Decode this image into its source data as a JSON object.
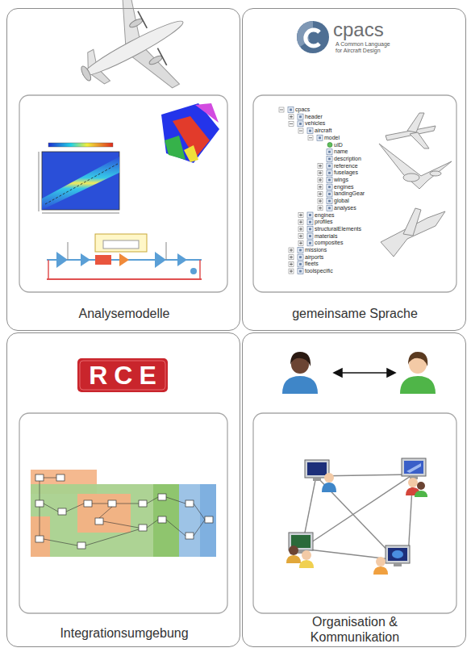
{
  "diagram": {
    "nodes": [
      {
        "text": [
          "Analysemodelle"
        ]
      },
      {
        "text": [
          "gemeinsame Sprache"
        ]
      },
      {
        "text": [
          "Integrationsumgebung"
        ]
      },
      {
        "text": [
          "Organisation & Kommunikation"
        ]
      }
    ],
    "labels": [
      "cpacs",
      "A Common Language for Aircraft Design",
      "cpacs",
      "header",
      "vehicles",
      "aircraft",
      "model",
      "uID",
      "name",
      "description",
      "reference",
      "fuselages",
      "wings",
      "engines",
      "landingGear",
      "global",
      "analyses",
      "engines",
      "profiles",
      "structuralElements",
      "materials",
      "composites",
      "missions",
      "airports",
      "fleets",
      "toolspecific",
      "RCE"
    ]
  }
}
